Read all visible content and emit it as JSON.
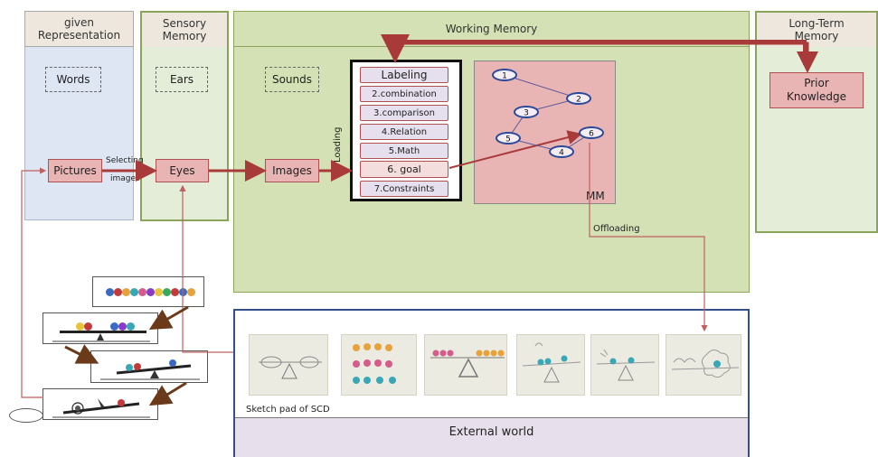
{
  "columns": {
    "given_representation": "given\nRepresentation",
    "sensory_memory": "Sensory\nMemory",
    "working_memory": "Working Memory",
    "long_term_memory": "Long-Term\nMemory"
  },
  "modalities": {
    "words": "Words",
    "ears": "Ears",
    "sounds": "Sounds",
    "pictures": "Pictures",
    "eyes": "Eyes",
    "images": "Images"
  },
  "arrow_labels": {
    "selecting": "Selecting",
    "images": "images",
    "loading": "Loading",
    "offloading": "Offloading"
  },
  "labeling_list": [
    "Labeling",
    "2.combination",
    "3.comparison",
    "4.Relation",
    "5.Math",
    "6. goal",
    "7.Constraints"
  ],
  "mental_model": {
    "label": "MM",
    "nodes": [
      "1",
      "2",
      "3",
      "5",
      "4",
      "6"
    ]
  },
  "prior_knowledge": "Prior\nKnowledge",
  "sketch_pad_label": "Sketch pad of  SCD",
  "external_world": "External world",
  "colors": {
    "blue_col": "#dde6f2",
    "green_col": "#e3edd8",
    "green_border": "#8aa55a",
    "working_memory": "#d4e1b4",
    "pink": "#e8b4b4",
    "arrow": "#a83a3a",
    "node_border": "#2c4a9a"
  }
}
